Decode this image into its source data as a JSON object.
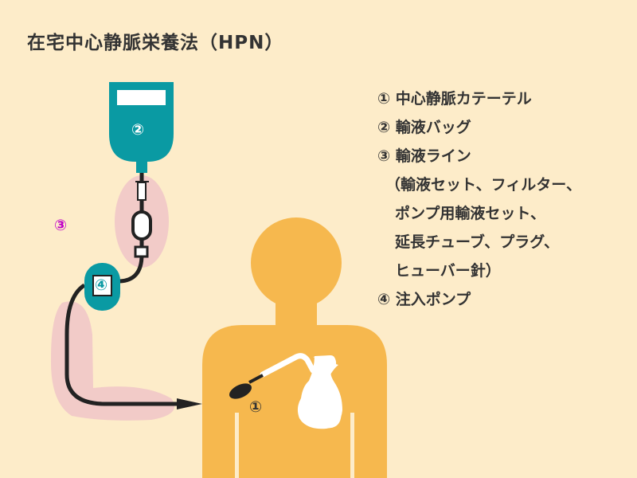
{
  "title": "在宅中心静脈栄養法（HPN）",
  "legend": [
    "① 中心静脈カテーテル",
    "② 輸液バッグ",
    "③ 輸液ライン",
    "（輸液セット、フィルター、",
    "ポンプ用輸液セット、",
    "延長チューブ、プラグ、",
    "ヒューバー針）",
    "④ 注入ポンプ"
  ],
  "markers": {
    "catheter": "①",
    "bag": "②",
    "line": "③",
    "pump": "④"
  },
  "colors": {
    "background": "#fdecc9",
    "body": "#f6b84e",
    "teal": "#0a9aa3",
    "pink": "#f2cbc8",
    "line_marker": "#c000c8"
  }
}
